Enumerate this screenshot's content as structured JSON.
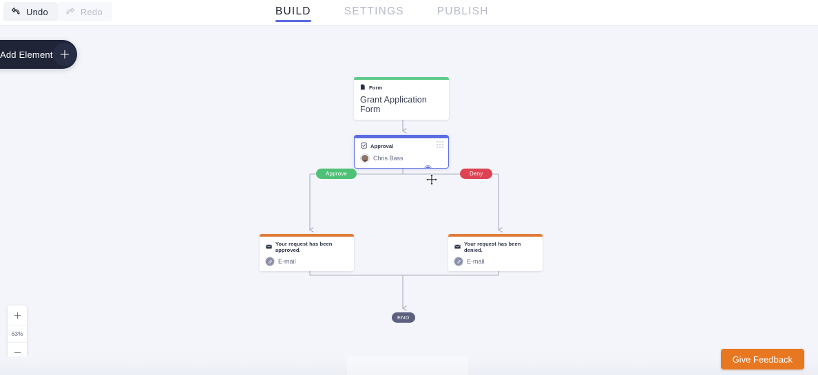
{
  "toolbar": {
    "undo_label": "Undo",
    "redo_label": "Redo",
    "undo_icon": "undo-arrow-icon",
    "redo_icon": "redo-arrow-icon"
  },
  "tabs": [
    {
      "label": "BUILD",
      "active": true
    },
    {
      "label": "SETTINGS",
      "active": false
    },
    {
      "label": "PUBLISH",
      "active": false
    }
  ],
  "add_element": {
    "label": "Add Element",
    "icon": "plus-icon"
  },
  "flow": {
    "nodes": [
      {
        "id": "form",
        "kind": "Form",
        "kind_icon": "document-icon",
        "title": "Grant Application Form",
        "accent": "#5ecb8a",
        "selected": false
      },
      {
        "id": "approval",
        "kind": "Approval",
        "kind_icon": "approval-stamp-icon",
        "assignee": "Chris Bass",
        "accent": "#5b6ce0",
        "selected": true
      },
      {
        "id": "email-approve",
        "kind": "Your request has been approved.",
        "kind_icon": "envelope-icon",
        "channel": "E-mail",
        "accent": "#e07b39",
        "selected": false
      },
      {
        "id": "email-deny",
        "kind": "Your request has been denied.",
        "kind_icon": "envelope-icon",
        "channel": "E-mail",
        "accent": "#e07b39",
        "selected": false
      }
    ],
    "branches": [
      {
        "id": "approve",
        "label": "Approve",
        "color": "#4fc177"
      },
      {
        "id": "deny",
        "label": "Deny",
        "color": "#dd4352"
      }
    ],
    "end_label": "END",
    "cursor_icon": "move-cursor-icon"
  },
  "zoom_controls": {
    "zoom_in_icon": "plus-icon",
    "zoom_out_icon": "minus-icon",
    "level": "63%",
    "fit_icon": "fit-to-screen-icon"
  },
  "feedback": {
    "label": "Give Feedback",
    "color": "#e87722"
  }
}
